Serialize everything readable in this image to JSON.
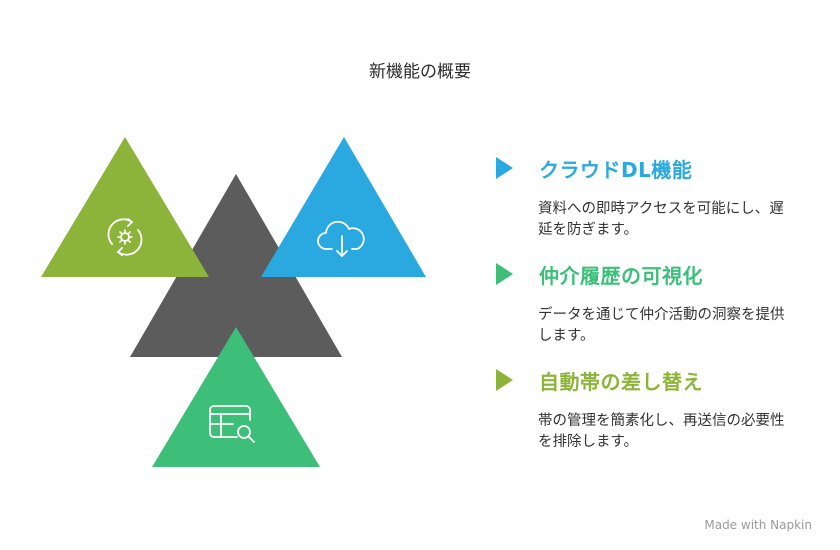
{
  "title": "新機能の概要",
  "items": [
    {
      "heading": "クラウドDL機能",
      "desc": "資料への即時アクセスを可能にし、遅延を防ぎます。",
      "color": "#29a9e0",
      "icon": "cloud-download-icon"
    },
    {
      "heading": "仲介履歴の可視化",
      "desc": "データを通じて仲介活動の洞察を提供します。",
      "color": "#3dbf7a",
      "icon": "table-search-icon"
    },
    {
      "heading": "自動帯の差し替え",
      "desc": "帯の管理を簡素化し、再送信の必要性を排除します。",
      "color": "#8db43a",
      "icon": "refresh-gear-icon"
    }
  ],
  "colors": {
    "center": "#5c5c5c",
    "left": "#8db43a",
    "right": "#29a9e0",
    "bottom": "#3dbf7a"
  },
  "branding": "Made with  Napkin"
}
